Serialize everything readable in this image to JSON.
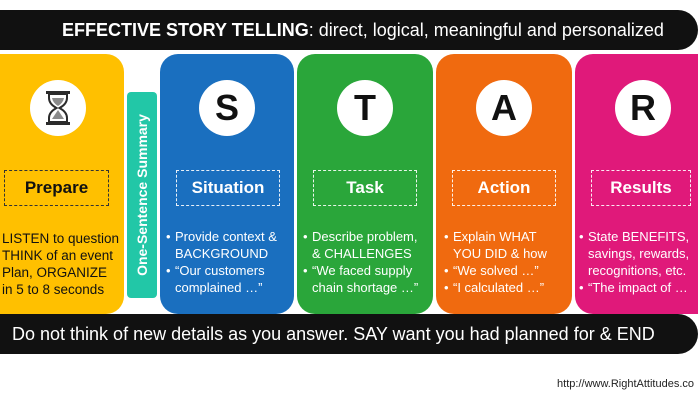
{
  "banner": {
    "bold": "EFFECTIVE STORY TELLING",
    "rest": ": direct, logical, meaningful and personalized"
  },
  "summary": "One-Sentence Summary",
  "prepare": {
    "icon": "hourglass-icon",
    "label": "Prepare",
    "lines": [
      "LISTEN to question",
      "THINK of an event",
      "Plan, ORGANIZE",
      "in 5 to 8 seconds"
    ]
  },
  "steps": [
    {
      "letter": "S",
      "label": "Situation",
      "color": "#1a6fbf",
      "bullets": [
        [
          "Provide context &",
          "BACKGROUND"
        ],
        [
          "“Our customers",
          "complained …”"
        ]
      ]
    },
    {
      "letter": "T",
      "label": "Task",
      "color": "#2aa63a",
      "bullets": [
        [
          "Describe problem,",
          "& CHALLENGES"
        ],
        [
          "“We faced supply",
          "chain shortage …”"
        ]
      ]
    },
    {
      "letter": "A",
      "label": "Action",
      "color": "#f06a0f",
      "bullets": [
        [
          "Explain WHAT",
          "YOU DID & how"
        ],
        [
          "“We solved …”"
        ],
        [
          "“I calculated …”"
        ]
      ]
    },
    {
      "letter": "R",
      "label": "Results",
      "color": "#e0197a",
      "bullets": [
        [
          "State BENEFITS,",
          "savings, rewards,",
          "recognitions, etc."
        ],
        [
          "“The impact of …"
        ]
      ]
    }
  ],
  "colors": {
    "prepare": "#ffc000",
    "summary": "#22c7a7",
    "banner": "#111111"
  },
  "footer": "Do not think of new details as you answer. SAY want you had planned for & END",
  "source": "http://www.RightAttitudes.co"
}
